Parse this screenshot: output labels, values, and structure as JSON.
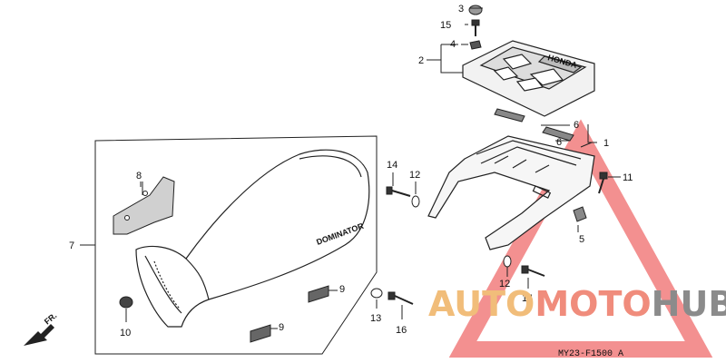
{
  "diagram": {
    "callouts": {
      "c1": "1",
      "c2": "2",
      "c3": "3",
      "c4": "4",
      "c5": "5",
      "c6a": "6",
      "c6b": "6",
      "c7": "7",
      "c8": "8",
      "c9a": "9",
      "c9b": "9",
      "c10": "10",
      "c11": "11",
      "c12a": "12",
      "c12b": "12",
      "c13": "13",
      "c14a": "14",
      "c14b": "14",
      "c15": "15",
      "c16": "16"
    },
    "carrier_label": "HONDA",
    "seat_label": "DOMINATOR",
    "front_label": "FR.",
    "part_code": "MY23-F1500 A"
  },
  "watermark": {
    "part1": "AUTO",
    "part2": "MOTO",
    "part3": "HUB",
    "colors": {
      "auto": "#f1bd7a",
      "moto": "#f08c7c",
      "hub": "#8b8b8b",
      "triangle": "#ef6b6b"
    }
  }
}
